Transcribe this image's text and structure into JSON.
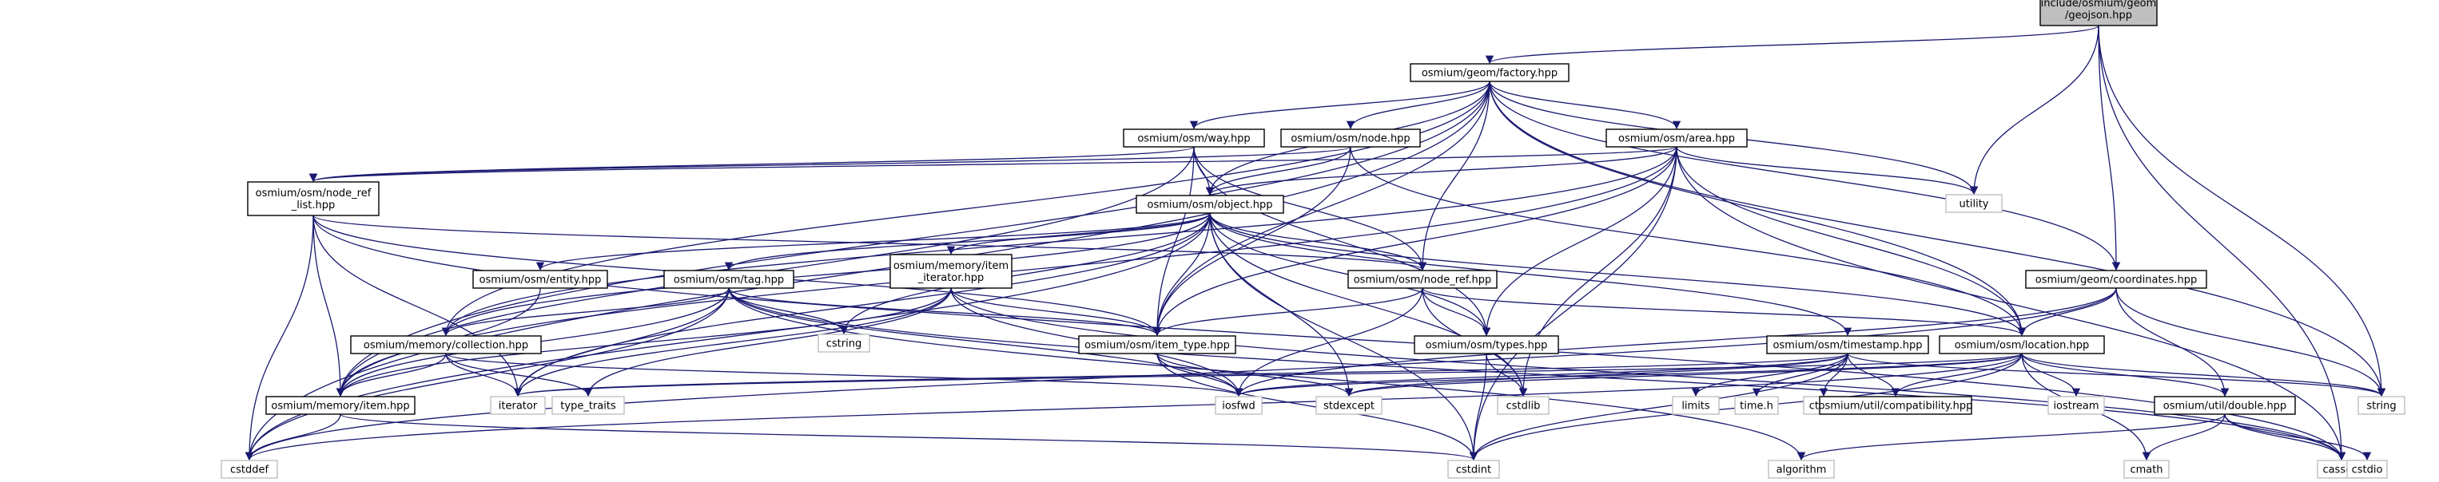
{
  "graph_title": "include/osmium/geom/geojson.hpp",
  "colors": {
    "edge": "#191970",
    "root_fill": "#bfbfbf",
    "external_border": "#bfbfbf"
  },
  "nodes": {
    "geojson": [
      "include/osmium/geom",
      "/geojson.hpp"
    ],
    "factory": [
      "osmium/geom/factory.hpp"
    ],
    "way": [
      "osmium/osm/way.hpp"
    ],
    "node": [
      "osmium/osm/node.hpp"
    ],
    "area": [
      "osmium/osm/area.hpp"
    ],
    "node_ref_list": [
      "osmium/osm/node_ref",
      "_list.hpp"
    ],
    "object": [
      "osmium/osm/object.hpp"
    ],
    "utility": [
      "utility"
    ],
    "entity": [
      "osmium/osm/entity.hpp"
    ],
    "tag": [
      "osmium/osm/tag.hpp"
    ],
    "item_iterator": [
      "osmium/memory/item",
      "_iterator.hpp"
    ],
    "node_ref": [
      "osmium/osm/node_ref.hpp"
    ],
    "coordinates": [
      "osmium/geom/coordinates.hpp"
    ],
    "cstring": [
      "cstring"
    ],
    "collection": [
      "osmium/memory/collection.hpp"
    ],
    "item_type": [
      "osmium/osm/item_type.hpp"
    ],
    "types": [
      "osmium/osm/types.hpp"
    ],
    "timestamp": [
      "osmium/osm/timestamp.hpp"
    ],
    "location": [
      "osmium/osm/location.hpp"
    ],
    "item": [
      "osmium/memory/item.hpp"
    ],
    "iterator": [
      "iterator"
    ],
    "type_traits": [
      "type_traits"
    ],
    "iosfwd": [
      "iosfwd"
    ],
    "stdexcept": [
      "stdexcept"
    ],
    "cstdlib": [
      "cstdlib"
    ],
    "limits": [
      "limits"
    ],
    "time_h": [
      "time.h"
    ],
    "ctime": [
      "ctime"
    ],
    "compatibility": [
      "osmium/util/compatibility.hpp"
    ],
    "iostream": [
      "iostream"
    ],
    "double": [
      "osmium/util/double.hpp"
    ],
    "string": [
      "string"
    ],
    "cstddef": [
      "cstddef"
    ],
    "cstdint": [
      "cstdint"
    ],
    "algorithm": [
      "algorithm"
    ],
    "cmath": [
      "cmath"
    ],
    "cassert": [
      "cassert"
    ],
    "cstdio": [
      "cstdio"
    ]
  }
}
